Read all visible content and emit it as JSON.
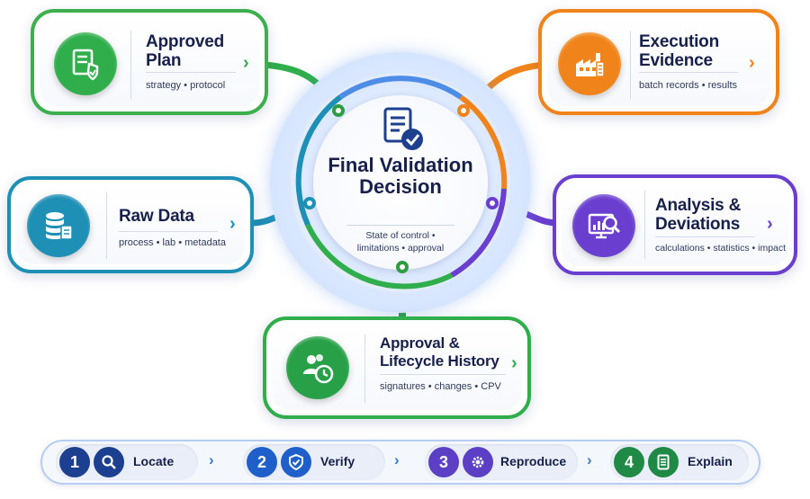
{
  "hub": {
    "title": "Final Validation Decision",
    "subtitle_line1": "State of control •",
    "subtitle_line2": "limitations • approval"
  },
  "cards": {
    "approved_plan": {
      "title_line1": "Approved",
      "title_line2": "Plan",
      "subtitle": "strategy • protocol",
      "color": "#2fae4b",
      "icon": "document-shield-icon"
    },
    "execution_evidence": {
      "title_line1": "Execution",
      "title_line2": "Evidence",
      "subtitle": "batch records • results",
      "color": "#f0841a",
      "icon": "factory-icon"
    },
    "raw_data": {
      "title_line1": "Raw Data",
      "subtitle": "process • lab • metadata",
      "color": "#1e8fb5",
      "icon": "database-icon"
    },
    "analysis": {
      "title_line1": "Analysis &",
      "title_line2": "Deviations",
      "subtitle": "calculations • statistics • impact",
      "color": "#6a3fd0",
      "icon": "chart-magnifier-icon"
    },
    "approval_history": {
      "title_line1": "Approval &",
      "title_line2": "Lifecycle History",
      "subtitle": "signatures • changes • CPV",
      "color": "#27a047",
      "icon": "people-clock-icon"
    }
  },
  "steps": [
    {
      "num": "1",
      "label": "Locate",
      "color": "#1c3f8f",
      "icon": "search-icon"
    },
    {
      "num": "2",
      "label": "Verify",
      "color": "#1f5fc9",
      "icon": "shield-check-icon"
    },
    {
      "num": "3",
      "label": "Reproduce",
      "color": "#5b3fc4",
      "icon": "gear-icon"
    },
    {
      "num": "4",
      "label": "Explain",
      "color": "#1e8a45",
      "icon": "document-icon"
    }
  ],
  "colors": {
    "chevron": "#3a78d8",
    "hub_ring_blue": "#4d8de8"
  }
}
